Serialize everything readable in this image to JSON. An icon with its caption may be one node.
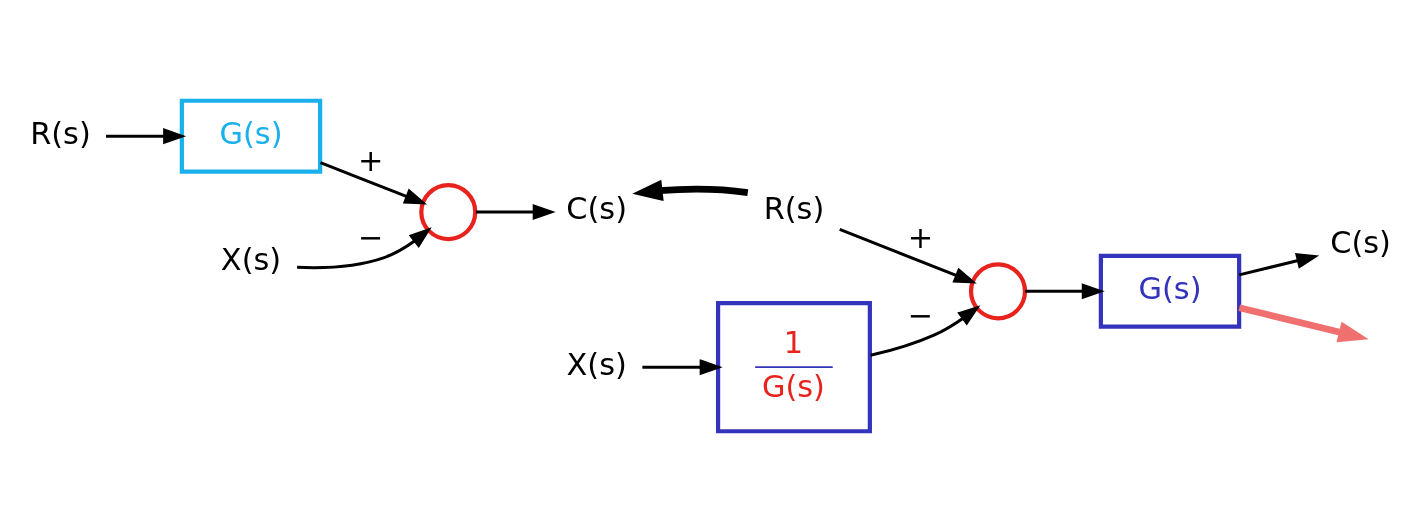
{
  "diagram": {
    "nodes": [
      {
        "text": [
          "R(s)"
        ]
      },
      {
        "text": [
          "G(s)"
        ]
      },
      {
        "text": [],
        "shape": "circle"
      },
      {
        "text": [
          "C(s)"
        ]
      },
      {
        "text": [
          "X(s)"
        ]
      },
      {
        "text": [
          "R(s)"
        ]
      },
      {
        "text": [],
        "shape": "circle"
      },
      {
        "text": [
          "G(s)"
        ]
      },
      {
        "text": [
          "C(s)"
        ]
      },
      {
        "text": [
          "1",
          "G(s)"
        ]
      },
      {
        "text": [
          "X(s)"
        ]
      }
    ],
    "edges": [
      {
        "from": 0,
        "to": 1,
        "arrow": "to"
      },
      {
        "from": 1,
        "to": 2,
        "arrow": "to",
        "label": "+"
      },
      {
        "from": 4,
        "to": 2,
        "arrow": "to",
        "label": "−"
      },
      {
        "from": 2,
        "to": 3,
        "arrow": "to"
      },
      {
        "from": 5,
        "to": 3,
        "arrow": "to",
        "style": "thick"
      },
      {
        "from": 5,
        "to": 6,
        "arrow": "to",
        "label": "+"
      },
      {
        "from": 6,
        "to": 7,
        "arrow": "to"
      },
      {
        "from": 7,
        "to": 8,
        "arrow": "to"
      },
      {
        "from": 9,
        "to": 6,
        "arrow": "to",
        "label": "−"
      },
      {
        "from": 10,
        "to": 9,
        "arrow": "to"
      },
      {
        "from": 7,
        "to": null,
        "arrow": "to",
        "style": "thick",
        "color": "#f07070"
      }
    ]
  }
}
